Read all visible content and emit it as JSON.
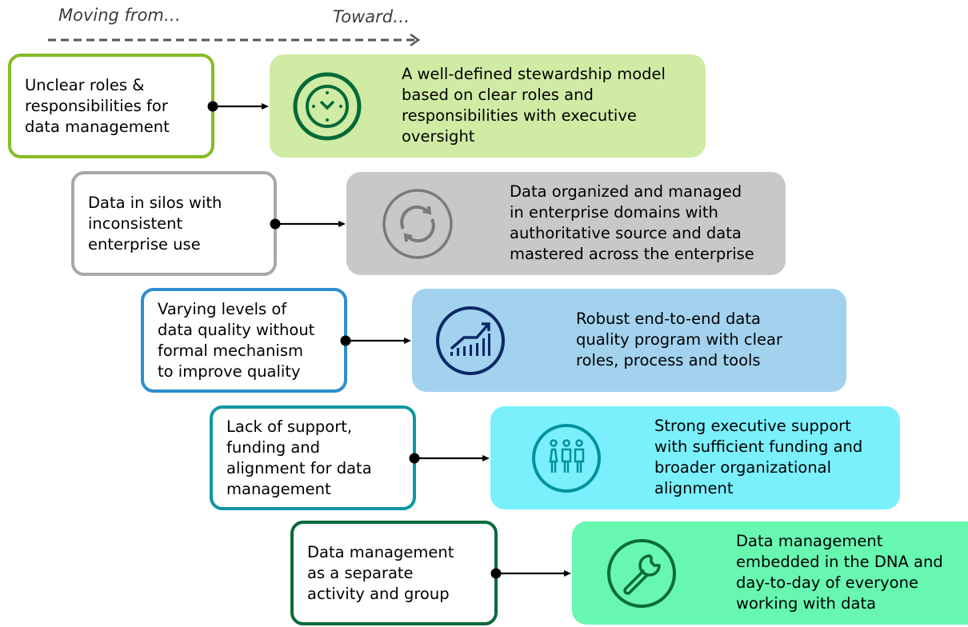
{
  "header": {
    "from_label": "Moving from…",
    "toward_label": "Toward…"
  },
  "rows": [
    {
      "from_lines": [
        "Unclear roles &",
        "responsibilities for",
        "data management"
      ],
      "to_lines": [
        "A well-defined stewardship model",
        "based on clear roles and",
        "responsibilities with executive",
        "oversight"
      ],
      "icon": "clock-icon",
      "border_color": "#86bc25",
      "fill_color": "#d0eba4",
      "icon_color": "#046a38"
    },
    {
      "from_lines": [
        "Data in silos with",
        "inconsistent",
        "enterprise use"
      ],
      "to_lines": [
        "Data organized and managed",
        "in enterprise domains with",
        "authoritative source and data",
        "mastered across the enterprise"
      ],
      "icon": "refresh-icon",
      "border_color": "#a8a8a8",
      "fill_color": "#c8c8c9",
      "icon_color": "#7a7a7a"
    },
    {
      "from_lines": [
        "Varying levels of",
        "data quality without",
        "formal mechanism",
        "to improve quality"
      ],
      "to_lines": [
        "Robust end-to-end data",
        "quality program with clear",
        "roles, process and tools"
      ],
      "icon": "trending-chart-icon",
      "border_color": "#2e8fd0",
      "fill_color": "#a2d2ee",
      "icon_color": "#0b2767"
    },
    {
      "from_lines": [
        "Lack of support,",
        "funding and",
        "alignment for data",
        "management"
      ],
      "to_lines": [
        "Strong executive support",
        "with sufficient funding and",
        "broader organizational",
        "alignment"
      ],
      "icon": "people-group-icon",
      "border_color": "#0e97a3",
      "fill_color": "#7af0fc",
      "icon_color": "#00929f"
    },
    {
      "from_lines": [
        "Data management",
        "as a separate",
        "activity and group"
      ],
      "to_lines": [
        "Data management",
        "embedded in the DNA and",
        "day-to-day of everyone",
        "working with data"
      ],
      "icon": "wrench-icon",
      "border_color": "#0a6a3a",
      "fill_color": "#67f7b1",
      "icon_color": "#0a6a3a"
    }
  ]
}
